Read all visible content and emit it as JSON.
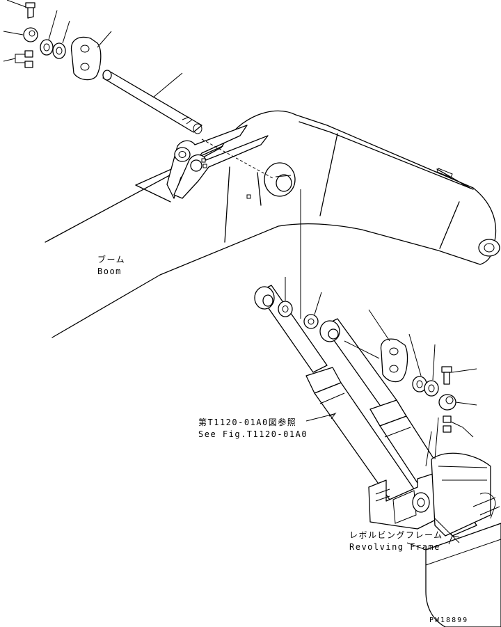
{
  "labels": {
    "boom_jp": "ブーム",
    "boom_en": "Boom",
    "ref_jp": "第T1120-01A0図参照",
    "ref_en": "See Fig.T1120-01A0",
    "frame_jp": "レボルビングフレーム",
    "frame_en": "Revolving Frame",
    "code": "PW18899"
  }
}
